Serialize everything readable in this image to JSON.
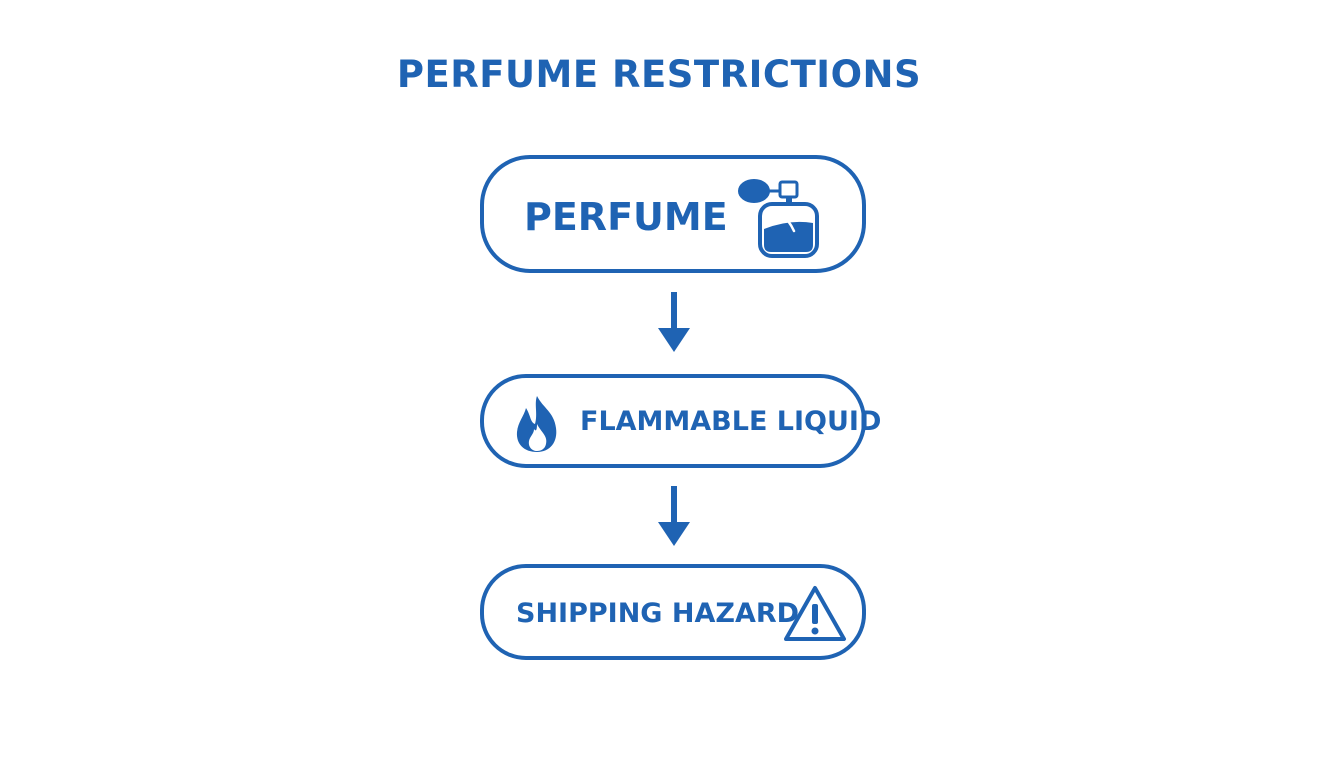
{
  "title": "PERFUME RESTRICTIONS",
  "steps": [
    {
      "label": "PERFUME",
      "icon": "perfume-bottle-icon"
    },
    {
      "label": "FLAMMABLE LIQUID",
      "icon": "flame-icon"
    },
    {
      "label": "SHIPPING HAZARD",
      "icon": "warning-triangle-icon"
    }
  ],
  "colors": {
    "accent": "#1f63b3",
    "background": "#ffffff"
  }
}
